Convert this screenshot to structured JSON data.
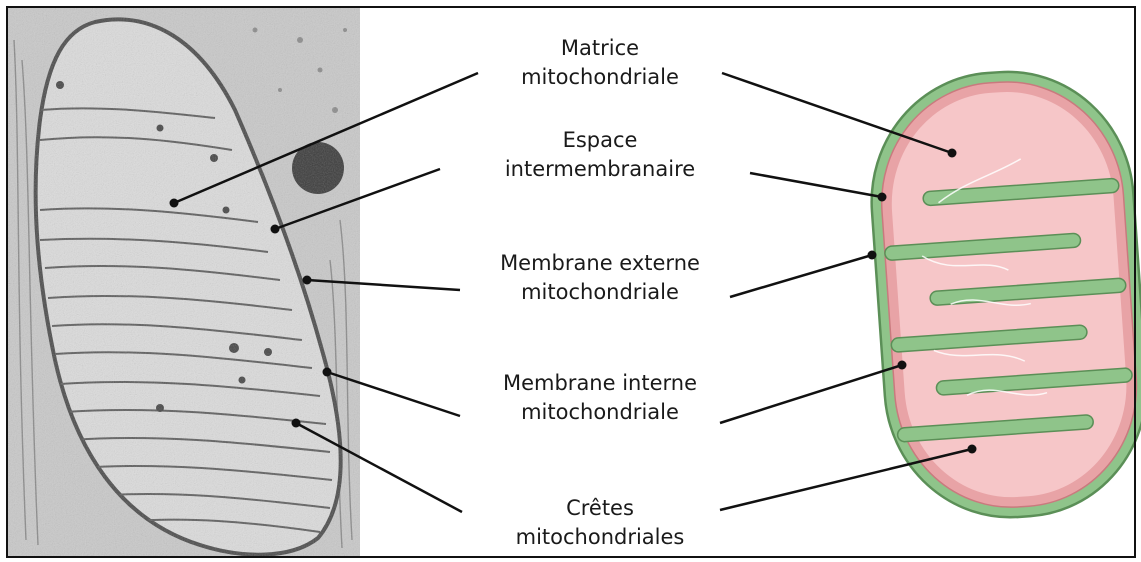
{
  "labels": {
    "matrice": {
      "line1": "Matrice",
      "line2": "mitochondriale"
    },
    "espace": {
      "line1": "Espace",
      "line2": "intermembranaire"
    },
    "externe": {
      "line1": "Membrane externe",
      "line2": "mitochondriale"
    },
    "interne": {
      "line1": "Membrane interne",
      "line2": "mitochondriale"
    },
    "cretes": {
      "line1": "Crêtes",
      "line2": "mitochondriales"
    }
  },
  "colors": {
    "leader_line": "#111111",
    "outer_membrane": "#8fc48a",
    "outer_membrane_edge": "#5b8f57",
    "inner_membrane": "#e8a3a6",
    "matrix": "#f6c6c8",
    "matrix_light": "#fbdcdd",
    "micrograph_background": "#c9c9c9"
  },
  "images": {
    "left": "electron-micrograph-of-mitochondrion",
    "right": "schematic-drawing-of-mitochondrion"
  }
}
